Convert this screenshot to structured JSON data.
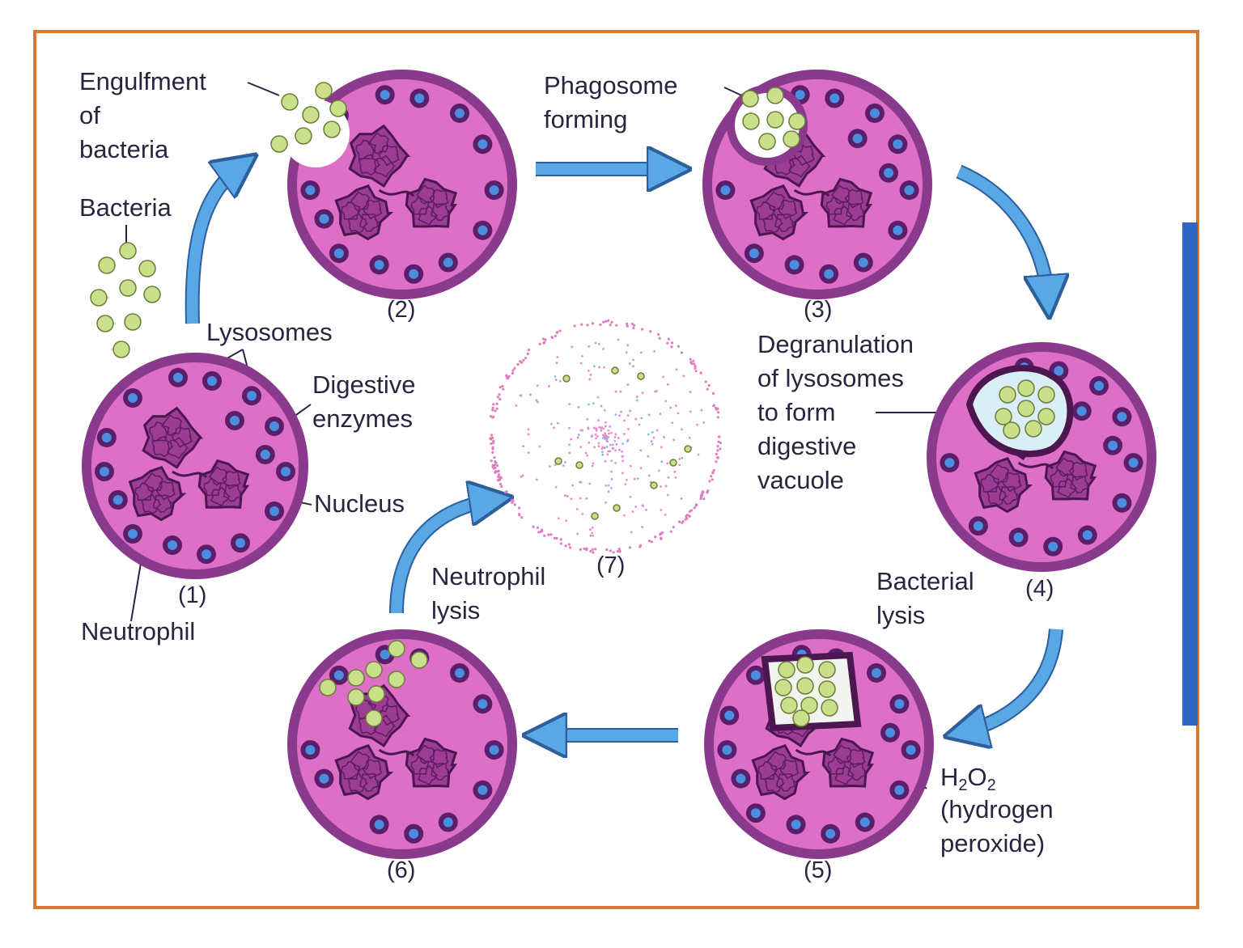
{
  "labels": {
    "engulfment": [
      "Engulfment",
      "of",
      "bacteria"
    ],
    "bacteria": "Bacteria",
    "lysosomes": "Lysosomes",
    "digestive_enzymes": [
      "Digestive",
      "enzymes"
    ],
    "nucleus": "Nucleus",
    "neutrophil": "Neutrophil",
    "phagosome": [
      "Phagosome",
      "forming"
    ],
    "degranulation": [
      "Degranulation",
      "of lysosomes",
      "to form",
      "digestive",
      "vacuole"
    ],
    "bacterial_lysis": [
      "Bacterial",
      "lysis"
    ],
    "neutrophil_lysis": [
      "Neutrophil",
      "lysis"
    ],
    "h2o2": {
      "h": "H",
      "sub1": "2",
      "o": "O",
      "sub2": "2"
    },
    "hydrogen_peroxide": [
      "(hydrogen",
      "peroxide)"
    ]
  },
  "stages": [
    "(1)",
    "(2)",
    "(3)",
    "(4)",
    "(5)",
    "(6)",
    "(7)"
  ],
  "colors": {
    "frame": "#d9782f",
    "cell_outer": "#8a3a8c",
    "cell_fill": "#dd6fc6",
    "nucleus": "#9c3c95",
    "lysosome_ring": "#5a1e6b",
    "lysosome_core": "#4a8ee0",
    "bacteria": "#c9df8a",
    "arrow": "#5aa7e6",
    "side_bar": "#2f66c4",
    "text": "#2b2340"
  }
}
